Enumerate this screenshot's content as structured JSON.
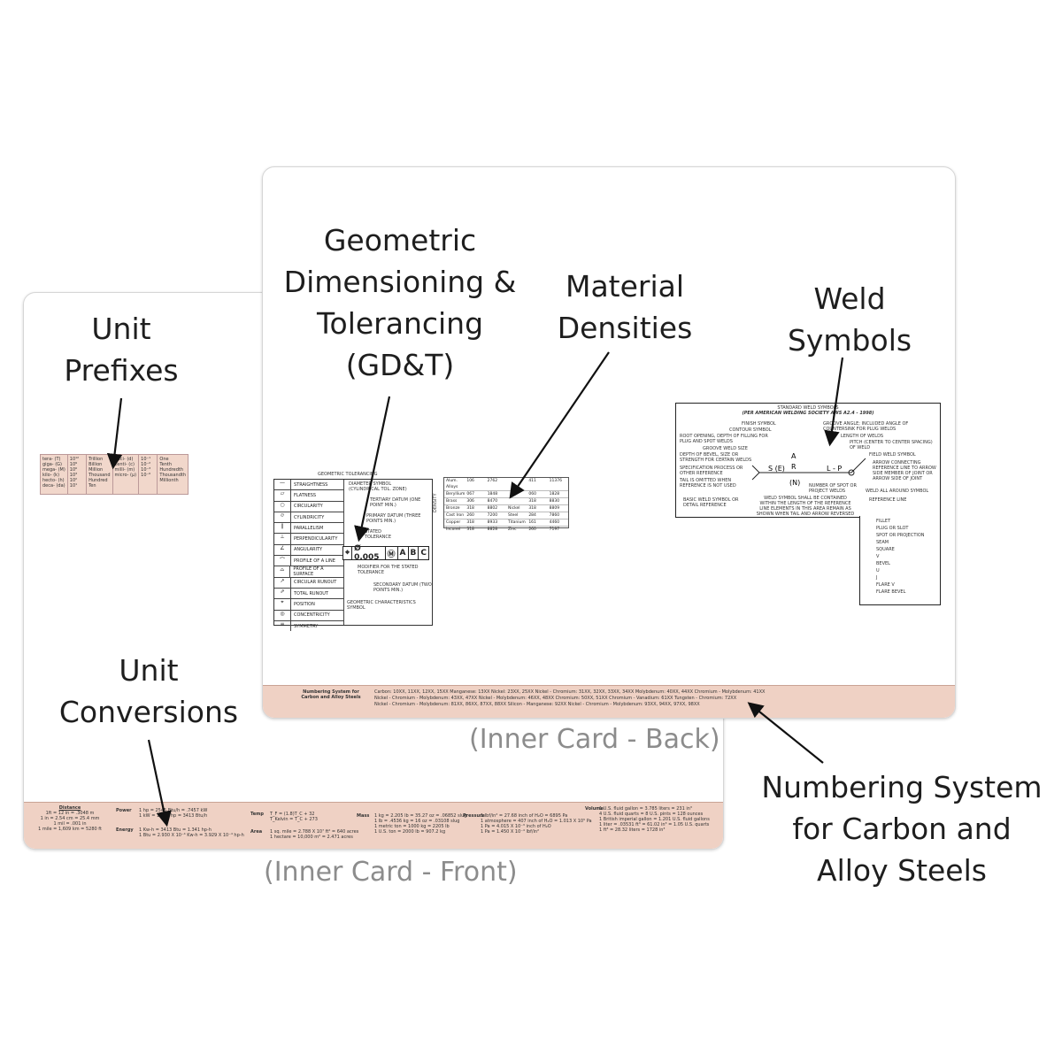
{
  "labels": {
    "unit_prefixes": [
      "Unit",
      "Prefixes"
    ],
    "gdt": [
      "Geometric",
      "Dimensioning &",
      "Tolerancing",
      "(GD&T)"
    ],
    "material_densities": [
      "Material",
      "Densities"
    ],
    "weld_symbols": [
      "Weld",
      "Symbols"
    ],
    "unit_conversions": [
      "Unit",
      "Conversions"
    ],
    "numbering_system": [
      "Numbering System",
      "for Carbon and",
      "Alloy Steels"
    ]
  },
  "captions": {
    "back": "(Inner Card - Back)",
    "front": "(Inner Card - Front)"
  },
  "back_card": {
    "gdt_title": "GEOMETRIC TOLERANCING",
    "gdt_symbols": [
      "STRAIGHTNESS",
      "FLATNESS",
      "CIRCULARITY",
      "CYLINDRICITY",
      "PARALLELISM",
      "PERPENDICULARITY",
      "ANGULARITY",
      "PROFILE OF A LINE",
      "PROFILE OF A SURFACE",
      "CIRCULAR RUNOUT",
      "TOTAL RUNOUT",
      "POSITION",
      "CONCENTRICITY",
      "SYMMETRY"
    ],
    "gdt_callouts": [
      "DIAMETER SYMBOL (CYLINDRICAL TOL. ZONE)",
      "TERTIARY DATUM (ONE POINT MIN.)",
      "PRIMARY DATUM (THREE POINTS MIN.)",
      "STATED TOLERANCE",
      "MODIFIER FOR THE STATED TOLERANCE",
      "SECONDARY DATUM (TWO POINTS MIN.)",
      "GEOMETRIC CHARACTERISTICS SYMBOL"
    ],
    "feature_control_frame": [
      "⌖",
      "Ø 0.005",
      "Ⓜ",
      "A",
      "B",
      "C"
    ],
    "density_label": "DENSITY",
    "density_rows": [
      [
        "Alum. Alloys",
        "106",
        "2762",
        "",
        "411",
        "11376"
      ],
      [
        "Beryllium",
        "067",
        "1848",
        "",
        "060",
        "1828"
      ],
      [
        "Brass",
        "306",
        "8470",
        "",
        "318",
        "8830"
      ],
      [
        "Bronze",
        "318",
        "8802",
        "Nickel",
        "318",
        "8809"
      ],
      [
        "Cast Iron",
        "260",
        "7200",
        "Steel",
        "284",
        "7860"
      ],
      [
        "Copper",
        "318",
        "8933",
        "Titanium",
        "161",
        "4460"
      ],
      [
        "Inconel",
        "318",
        "8828",
        "Zinc",
        "260",
        "7197"
      ]
    ],
    "weld_title": "STANDARD WELD SYMBOLS",
    "weld_subtitle": "(PER AMERICAN WELDING SOCIETY AWS A2.4 - 1998)",
    "weld_callouts": [
      "FINISH SYMBOL",
      "CONTOUR SYMBOL",
      "ROOT OPENING, DEPTH OF FILLING FOR PLUG AND SPOT WELDS",
      "GROOVE WELD SIZE",
      "DEPTH OF BEVEL, SIZE OR STRENGTH FOR CERTAIN WELDS",
      "SPECIFICATION PROCESS OR OTHER REFERENCE",
      "TAIL IS OMITTED WHEN REFERENCE IS NOT USED",
      "BASIC WELD SYMBOL OR DETAIL REFERENCE",
      "GROOVE ANGLE; INCLUDED ANGLE OF COUNTERSINK FOR PLUG WELDS",
      "LENGTH OF WELDS",
      "PITCH (CENTER TO CENTER SPACING) OF WELD",
      "FIELD WELD SYMBOL",
      "ARROW CONNECTING REFERENCE LINE TO ARROW SIDE MEMBER OF JOINT OR ARROW SIDE OF JOINT",
      "WELD ALL AROUND SYMBOL",
      "REFERENCE LINE",
      "NUMBER OF SPOT OR PROJECT WELDS",
      "WELD SYMBOL SHALL BE CONTAINED WITHIN THE LENGTH OF THE REFERENCE LINE ELEMENTS IN THIS AREA REMAIN AS SHOWN WHEN TAIL AND ARROW REVERSED"
    ],
    "weld_types": [
      "FILLET",
      "PLUG OR SLOT",
      "SPOT OR PROJECTION",
      "SEAM",
      "SQUARE",
      "V",
      "BEVEL",
      "U",
      "J",
      "FLARE V",
      "FLARE BEVEL"
    ],
    "numbering_heading": "Numbering System for Carbon and Alloy Steels",
    "numbering_lines": [
      "Carbon: 10XX, 11XX, 12XX, 15XX    Manganese: 13XX    Nickel: 23XX, 25XX    Nickel - Chromium: 31XX, 32XX, 33XX, 34XX    Molybdenum: 40XX, 44XX    Chromium - Molybdenum: 41XX",
      "Nickel - Chromium - Molybdenum: 43XX, 47XX    Nickel - Molybdenum: 46XX, 48XX    Chromium: 50XX, 51XX    Chromium - Vanadium: 61XX    Tungsten - Chromium: 72XX",
      "Nickel - Chromium - Molybdenum: 81XX, 86XX, 87XX, 88XX    Silicon - Manganese: 92XX    Nickel - Chromium - Molybdenum: 93XX, 94XX, 97XX, 98XX"
    ]
  },
  "front_card": {
    "prefix_cols": [
      [
        "tera- (T)",
        "giga- (G)",
        "mega- (M)",
        "kilo- (k)",
        "hecto- (h)",
        "deca- (da)"
      ],
      [
        "10¹²",
        "10⁹",
        "10⁶",
        "10³",
        "10²",
        "10¹"
      ],
      [
        "Trillion",
        "Billion",
        "Million",
        "Thousand",
        "Hundred",
        "Ten"
      ],
      [
        "deci- (d)",
        "centi- (c)",
        "milli- (m)",
        "micro- (µ)"
      ],
      [
        "10⁻¹",
        "10⁻²",
        "10⁻³",
        "10⁻⁶"
      ],
      [
        "One",
        "Tenth",
        "Hundredth",
        "Thousandth",
        "Millionth"
      ]
    ],
    "distance_heading": "Distance",
    "distance_lines": [
      "1ft = 12 in = .3048 m",
      "1 in = 2.54 cm = 25.4 mm",
      "1 mil = .001 in",
      "1 mile = 1,609 km = 5280 ft"
    ],
    "power_heading": "Power",
    "power_lines": [
      "1 hp = 2545 Btu/h = .7457 kW",
      "1 kW = 1.341 hp = 3413 Btu/h"
    ],
    "energy_heading": "Energy",
    "energy_lines": [
      "1 Kw-h = 3413 Btu = 1.341 hp-h",
      "1 Btu = 2.930 X 10⁻⁴ Kw-h = 3.929 X 10⁻⁴ hp-h"
    ],
    "temp_heading": "Temp",
    "temp_lines": [
      "T_F = (1.8)T_C + 32",
      "T_Kelvin = T_C + 273"
    ],
    "area_heading": "Area",
    "area_lines": [
      "1 sq. mile = 2.788 X 10⁷ ft² = 640 acres",
      "1 hectare = 10,000 m² = 2.471 acres"
    ],
    "mass_heading": "Mass",
    "mass_lines": [
      "1 kg = 2.205 lb = 35.27 oz = .06852 slug",
      "1 lb = .4536 kg = 16 oz = .03108 slug",
      "1 metric ton = 1000 kg = 2205 lb",
      "1 U.S. ton = 2000 lb = 907.2 kg"
    ],
    "pressure_heading": "Pressure",
    "pressure_lines": [
      "1 lbf/in² = 27.68 inch of H₂O = 6895 Pa",
      "1 atmosphere = 407 inch of H₂O = 1.013 X 10⁵ Pa",
      "1 Pa = 4.015 X 10⁻³ inch of H₂O",
      "1 Pa = 1.450 X 10⁻⁴ lbf/in²"
    ],
    "volume_heading": "Volume",
    "volume_lines": [
      "1 U.S. fluid gallon = 3.785 liters = 231 in³",
      "4 U.S. fluid quarts = 8 U.S. pints = 128 ounces",
      "1 British imperial gallon = 1.201 U.S. fluid gallons",
      "1 liter = .03531 ft³ = 61.02 in³ = 1.05 U.S. quarts",
      "1 ft³ = 28.32 liters = 1728 in³"
    ]
  }
}
